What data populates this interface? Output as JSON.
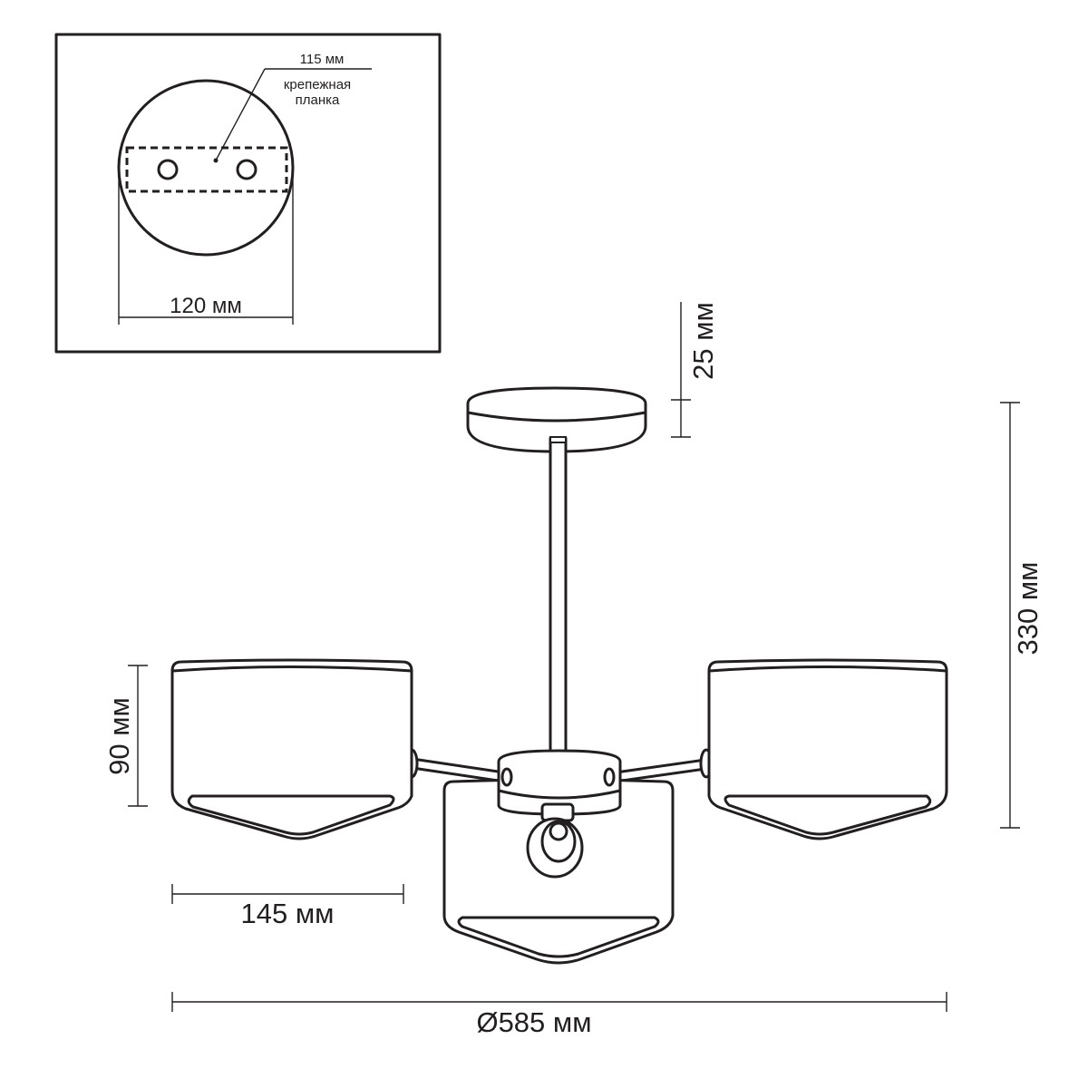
{
  "inset": {
    "screw_spacing_label": "115 мм",
    "plate_label_line1": "крепежная",
    "plate_label_line2": "планка",
    "base_diameter_label": "120 мм"
  },
  "dimensions": {
    "base_height": "25 мм",
    "total_height": "330 мм",
    "shade_height": "90 мм",
    "shade_width": "145 мм",
    "overall_diameter": "Ø585 мм"
  }
}
